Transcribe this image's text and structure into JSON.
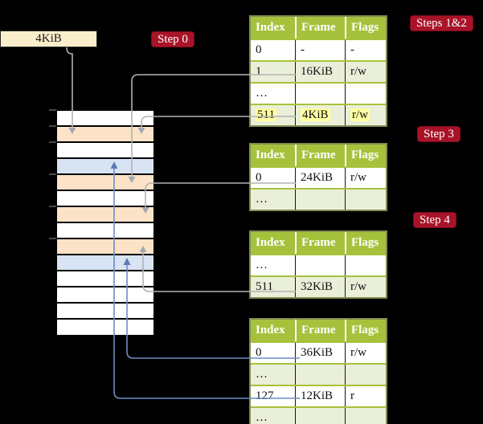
{
  "frame_label_box": {
    "label": "4KiB"
  },
  "badges": {
    "step0": "Step 0",
    "steps_1_2": "Steps 1&2",
    "step3": "Step 3",
    "step4": "Step 4"
  },
  "memory": {
    "rows": [
      "white",
      "peach",
      "white",
      "blue",
      "peach",
      "white",
      "peach",
      "white",
      "peach",
      "blue",
      "white",
      "white",
      "white",
      "white"
    ]
  },
  "tables": [
    {
      "id": "table-steps-1-2",
      "columns": [
        "Index",
        "Frame",
        "Flags"
      ],
      "rows": [
        {
          "cells": [
            "0",
            "-",
            "-"
          ],
          "shade": "white",
          "highlight": false
        },
        {
          "cells": [
            "1",
            "16KiB",
            "r/w"
          ],
          "shade": "green",
          "highlight": false
        },
        {
          "cells": [
            "…",
            "",
            ""
          ],
          "shade": "white",
          "highlight": false
        },
        {
          "cells": [
            "511",
            "4KiB",
            "r/w"
          ],
          "shade": "green",
          "highlight": true
        }
      ]
    },
    {
      "id": "table-step-3",
      "columns": [
        "Index",
        "Frame",
        "Flags"
      ],
      "rows": [
        {
          "cells": [
            "0",
            "24KiB",
            "r/w"
          ],
          "shade": "white",
          "highlight": false
        },
        {
          "cells": [
            "…",
            "",
            ""
          ],
          "shade": "green",
          "highlight": false
        }
      ]
    },
    {
      "id": "table-step-4a",
      "columns": [
        "Index",
        "Frame",
        "Flags"
      ],
      "rows": [
        {
          "cells": [
            "…",
            "",
            ""
          ],
          "shade": "white",
          "highlight": false
        },
        {
          "cells": [
            "511",
            "32KiB",
            "r/w"
          ],
          "shade": "green",
          "highlight": false
        }
      ]
    },
    {
      "id": "table-step-4b",
      "columns": [
        "Index",
        "Frame",
        "Flags"
      ],
      "rows": [
        {
          "cells": [
            "0",
            "36KiB",
            "r/w"
          ],
          "shade": "white",
          "highlight": false
        },
        {
          "cells": [
            "…",
            "",
            ""
          ],
          "shade": "green",
          "highlight": false
        },
        {
          "cells": [
            "127",
            "12KiB",
            "r"
          ],
          "shade": "white",
          "highlight": false
        },
        {
          "cells": [
            "…",
            "",
            ""
          ],
          "shade": "green",
          "highlight": false
        }
      ]
    }
  ],
  "connectors": [
    {
      "from": "label-4KiB",
      "to": "memory-frame-4KiB",
      "color": "gray"
    },
    {
      "from": "table-steps-1-2-row-1",
      "to": "memory-frame-16KiB",
      "color": "gray"
    },
    {
      "from": "table-steps-1-2-row-511",
      "to": "memory-frame-4KiB",
      "color": "gray"
    },
    {
      "from": "table-step-3-row-0",
      "to": "memory-frame-24KiB",
      "color": "gray"
    },
    {
      "from": "table-step-4a-row-511",
      "to": "memory-frame-32KiB",
      "color": "gray"
    },
    {
      "from": "table-step-4b-row-0",
      "to": "memory-frame-36KiB",
      "color": "blue"
    },
    {
      "from": "table-step-4b-row-127",
      "to": "memory-frame-12KiB",
      "color": "blue"
    }
  ],
  "colors": {
    "table_header_green": "#a6c23c",
    "table_row_green": "#eaefd9",
    "table_border": "#7f8c52",
    "memory_peach": "#fce3c7",
    "memory_blue": "#d8e4f4",
    "highlight_yellow": "#ffff9e",
    "badge_red": "#a81328",
    "connector_gray": "#b2b2b2",
    "connector_gray_arrow": "#a2a8b4",
    "connector_blue": "#6d8cc3",
    "connector_blue_arrow": "#5d7bb4",
    "label_box_cream": "#fbeecb"
  }
}
